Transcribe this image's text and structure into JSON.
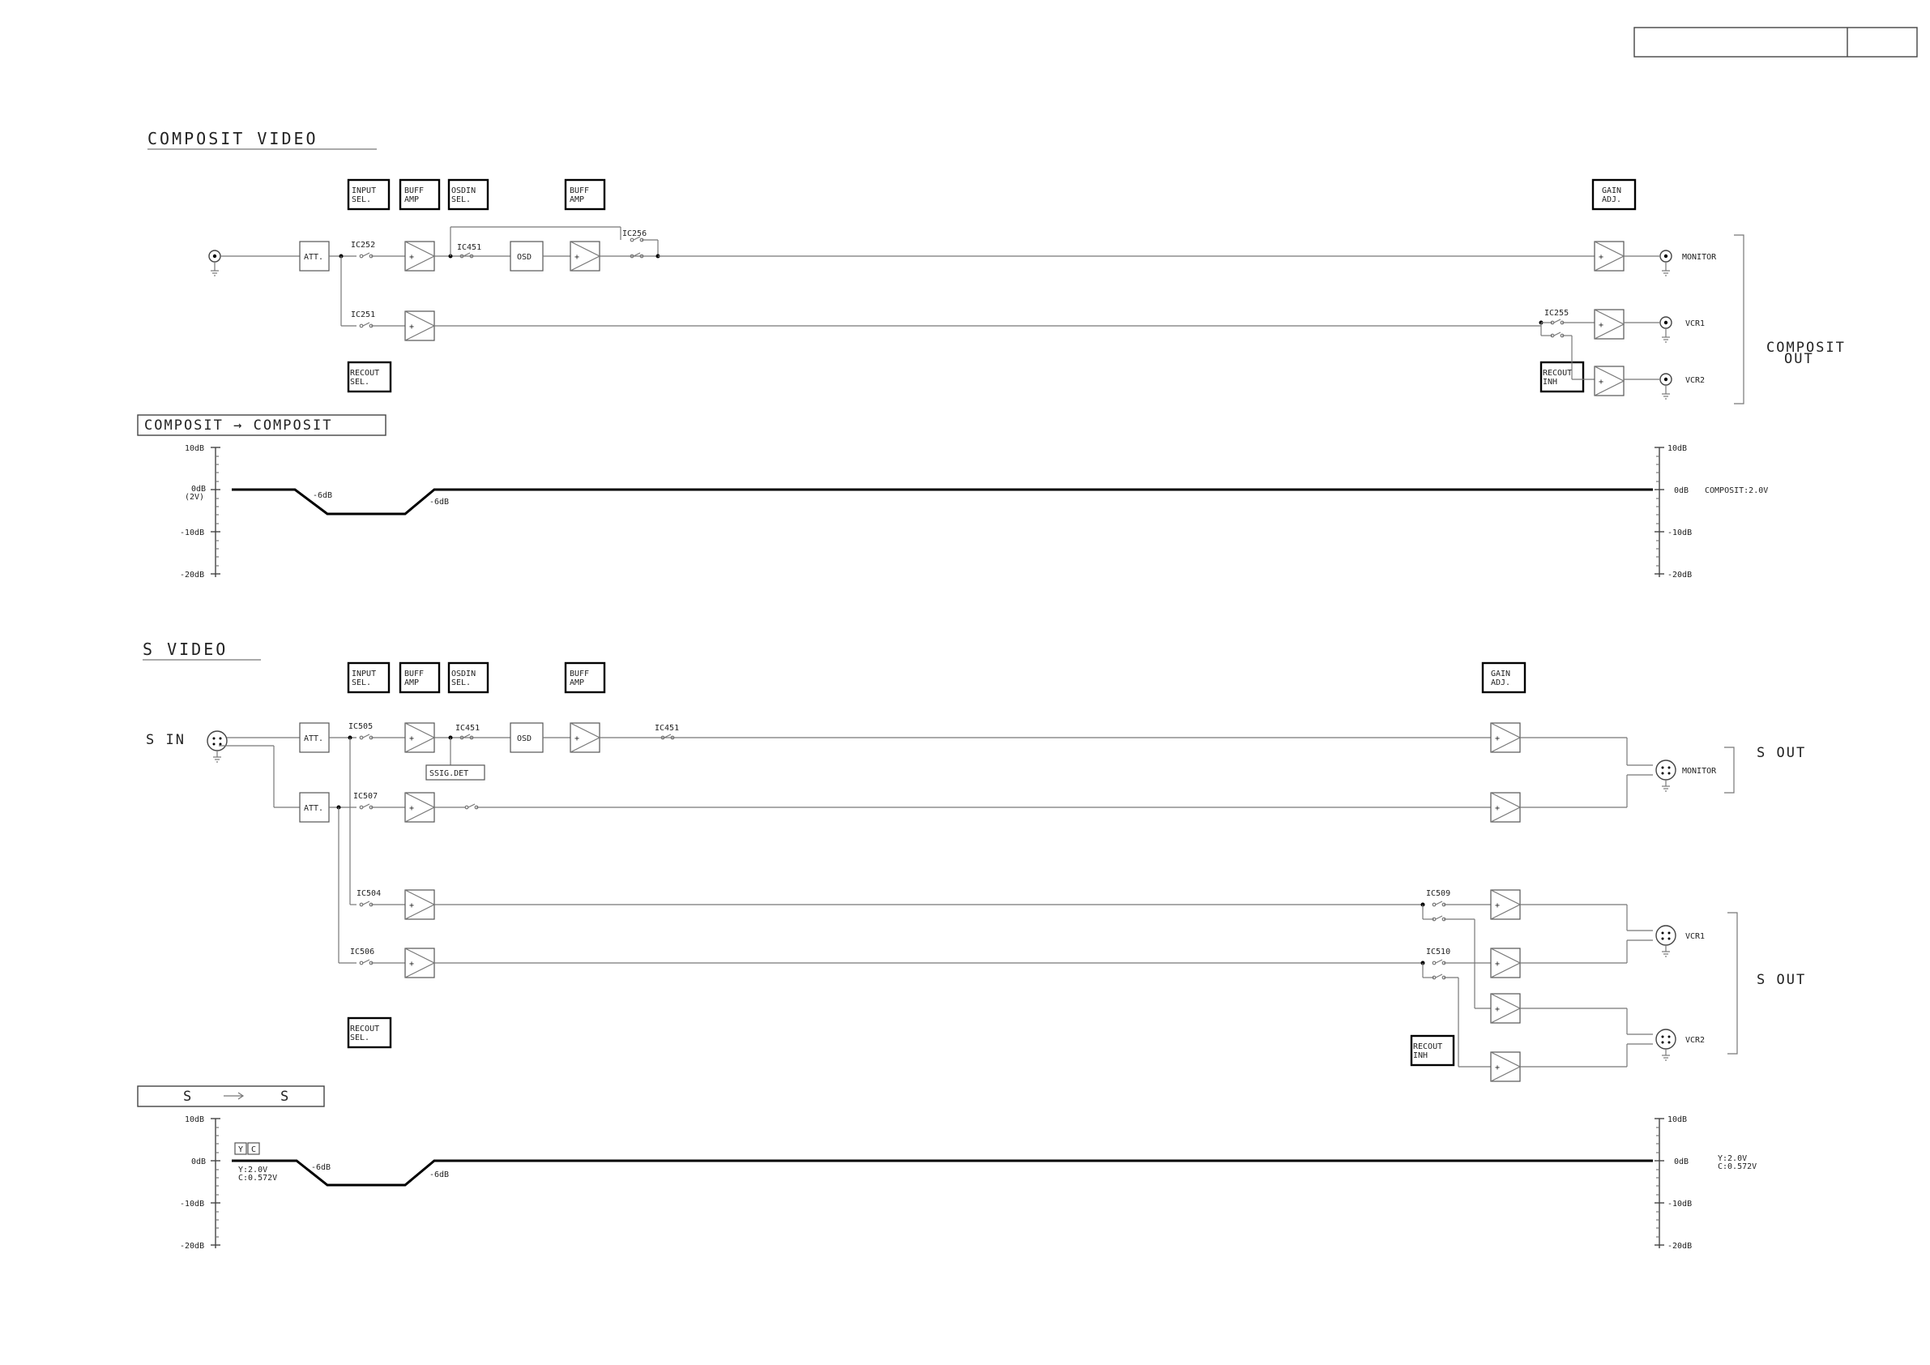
{
  "title_block": {
    "cell_a": "",
    "cell_b": ""
  },
  "composite": {
    "title": "COMPOSIT VIDEO",
    "labels": {
      "input_sel": [
        "INPUT",
        "SEL."
      ],
      "buff_amp_1": [
        "BUFF",
        "AMP"
      ],
      "osd_in_sel": [
        "OSDIN",
        "SEL."
      ],
      "buff_amp_2": [
        "BUFF",
        "AMP"
      ],
      "gain_adj": [
        "GAIN",
        "ADJ."
      ],
      "recout_sel": [
        "RECOUT",
        "SEL."
      ],
      "recout_inh": [
        "RECOUT",
        "INH"
      ]
    },
    "blocks": {
      "att": "ATT.",
      "osd": "OSD"
    },
    "ics": {
      "ic252": "IC252",
      "ic451": "IC451",
      "ic256": "IC256",
      "ic251": "IC251",
      "ic255": "IC255"
    },
    "outputs": {
      "monitor": "MONITOR",
      "vcr1": "VCR1",
      "vcr2": "VCR2",
      "group": [
        "COMPOSIT",
        "OUT"
      ]
    },
    "level_title": "COMPOSIT → COMPOSIT",
    "scale_left": {
      "p10": "10dB",
      "zero": "0dB",
      "zero_sub": "(2V)",
      "m10": "-10dB",
      "m20": "-20dB"
    },
    "scale_right": {
      "p10": "10dB",
      "zero": "0dB",
      "m10": "-10dB",
      "m20": "-20dB"
    },
    "dip_label_1": "-6dB",
    "dip_label_2": "-6dB",
    "out_level": "COMPOSIT:2.0V"
  },
  "svideo": {
    "title": "S VIDEO",
    "labels": {
      "input_sel": [
        "INPUT",
        "SEL."
      ],
      "buff_amp_1": [
        "BUFF",
        "AMP"
      ],
      "osd_in_sel": [
        "OSDIN",
        "SEL."
      ],
      "buff_amp_2": [
        "BUFF",
        "AMP"
      ],
      "gain_adj": [
        "GAIN",
        "ADJ."
      ],
      "recout_sel": [
        "RECOUT",
        "SEL."
      ],
      "recout_inh": [
        "RECOUT",
        "INH"
      ],
      "ssig_det": "SSIG.DET"
    },
    "s_in": "S IN",
    "blocks": {
      "att": "ATT.",
      "osd": "OSD"
    },
    "ics": {
      "ic505": "IC505",
      "ic451a": "IC451",
      "ic451b": "IC451",
      "ic507": "IC507",
      "ic504": "IC504",
      "ic506": "IC506",
      "ic509": "IC509",
      "ic510": "IC510"
    },
    "outputs": {
      "monitor": "MONITOR",
      "vcr1": "VCR1",
      "vcr2": "VCR2",
      "s_out_1": "S OUT",
      "s_out_2": "S OUT"
    },
    "level_title_left": "S",
    "level_title_right": "S",
    "yc": [
      "Y",
      "C"
    ],
    "in_level": [
      "Y:2.0V",
      "C:0.572V"
    ],
    "scale_left": {
      "p10": "10dB",
      "zero": "0dB",
      "m10": "-10dB",
      "m20": "-20dB"
    },
    "scale_right": {
      "p10": "10dB",
      "zero": "0dB",
      "m10": "-10dB",
      "m20": "-20dB"
    },
    "dip_label_1": "-6dB",
    "dip_label_2": "-6dB",
    "out_level": [
      "Y:2.0V",
      "C:0.572V"
    ]
  }
}
